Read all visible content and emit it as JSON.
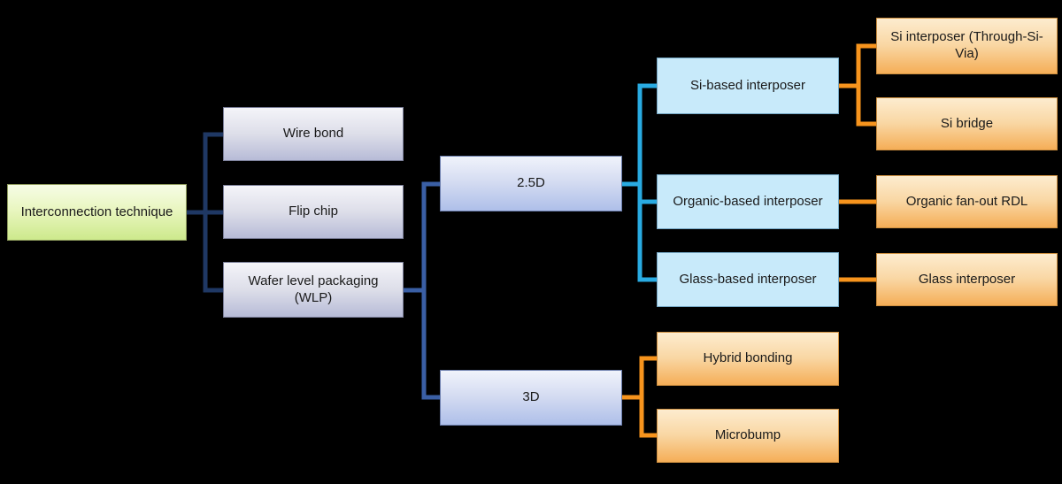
{
  "colors": {
    "background": "#000000",
    "connector_root_level": "#1f3864",
    "connector_wlp_level": "#3a5fa5",
    "connector_25d_level": "#29abe2",
    "connector_orange_level": "#f7941d",
    "box_green_gradient": [
      "#f6fce6",
      "#cde98c"
    ],
    "box_lavender_gradient": [
      "#f4f4f9",
      "#b7bbd7"
    ],
    "box_blue_lavender_gradient": [
      "#f0f3fb",
      "#aebfe9"
    ],
    "box_light_blue": "#c8eafa",
    "box_orange_gradient": [
      "#fdeccf",
      "#f5ae57"
    ]
  },
  "diagram": {
    "root": {
      "label": "Interconnection technique",
      "children": [
        {
          "label": "Wire bond",
          "children": []
        },
        {
          "label": "Flip chip",
          "children": []
        },
        {
          "label": "Wafer level packaging (WLP)",
          "children": [
            {
              "label": "2.5D",
              "children": [
                {
                  "label": "Si-based interposer",
                  "children": [
                    {
                      "label": "Si interposer (Through-Si-Via)"
                    },
                    {
                      "label": "Si bridge"
                    }
                  ]
                },
                {
                  "label": "Organic-based interposer",
                  "children": [
                    {
                      "label": "Organic fan-out RDL"
                    }
                  ]
                },
                {
                  "label": "Glass-based interposer",
                  "children": [
                    {
                      "label": "Glass interposer"
                    }
                  ]
                }
              ]
            },
            {
              "label": "3D",
              "children": [
                {
                  "label": "Hybrid bonding"
                },
                {
                  "label": "Microbump"
                }
              ]
            }
          ]
        }
      ]
    }
  }
}
